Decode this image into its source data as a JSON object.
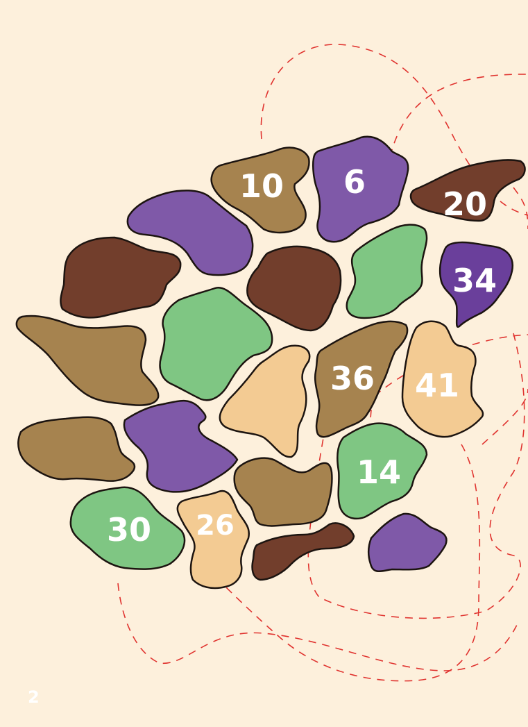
{
  "colors": {
    "background": "#fdf0dc",
    "tan": "#a6834f",
    "purple": "#7f59a8",
    "dark_purple": "#6a3f9b",
    "brown": "#723e2c",
    "green": "#7fc683",
    "peach": "#f3cb93",
    "trail": "#e0332f"
  },
  "page_number": "2",
  "stone_numbers": {
    "n10": "10",
    "n6": "6",
    "n20": "20",
    "n34": "34",
    "n36": "36",
    "n41": "41",
    "n14": "14",
    "n30": "30",
    "n26": "26"
  }
}
